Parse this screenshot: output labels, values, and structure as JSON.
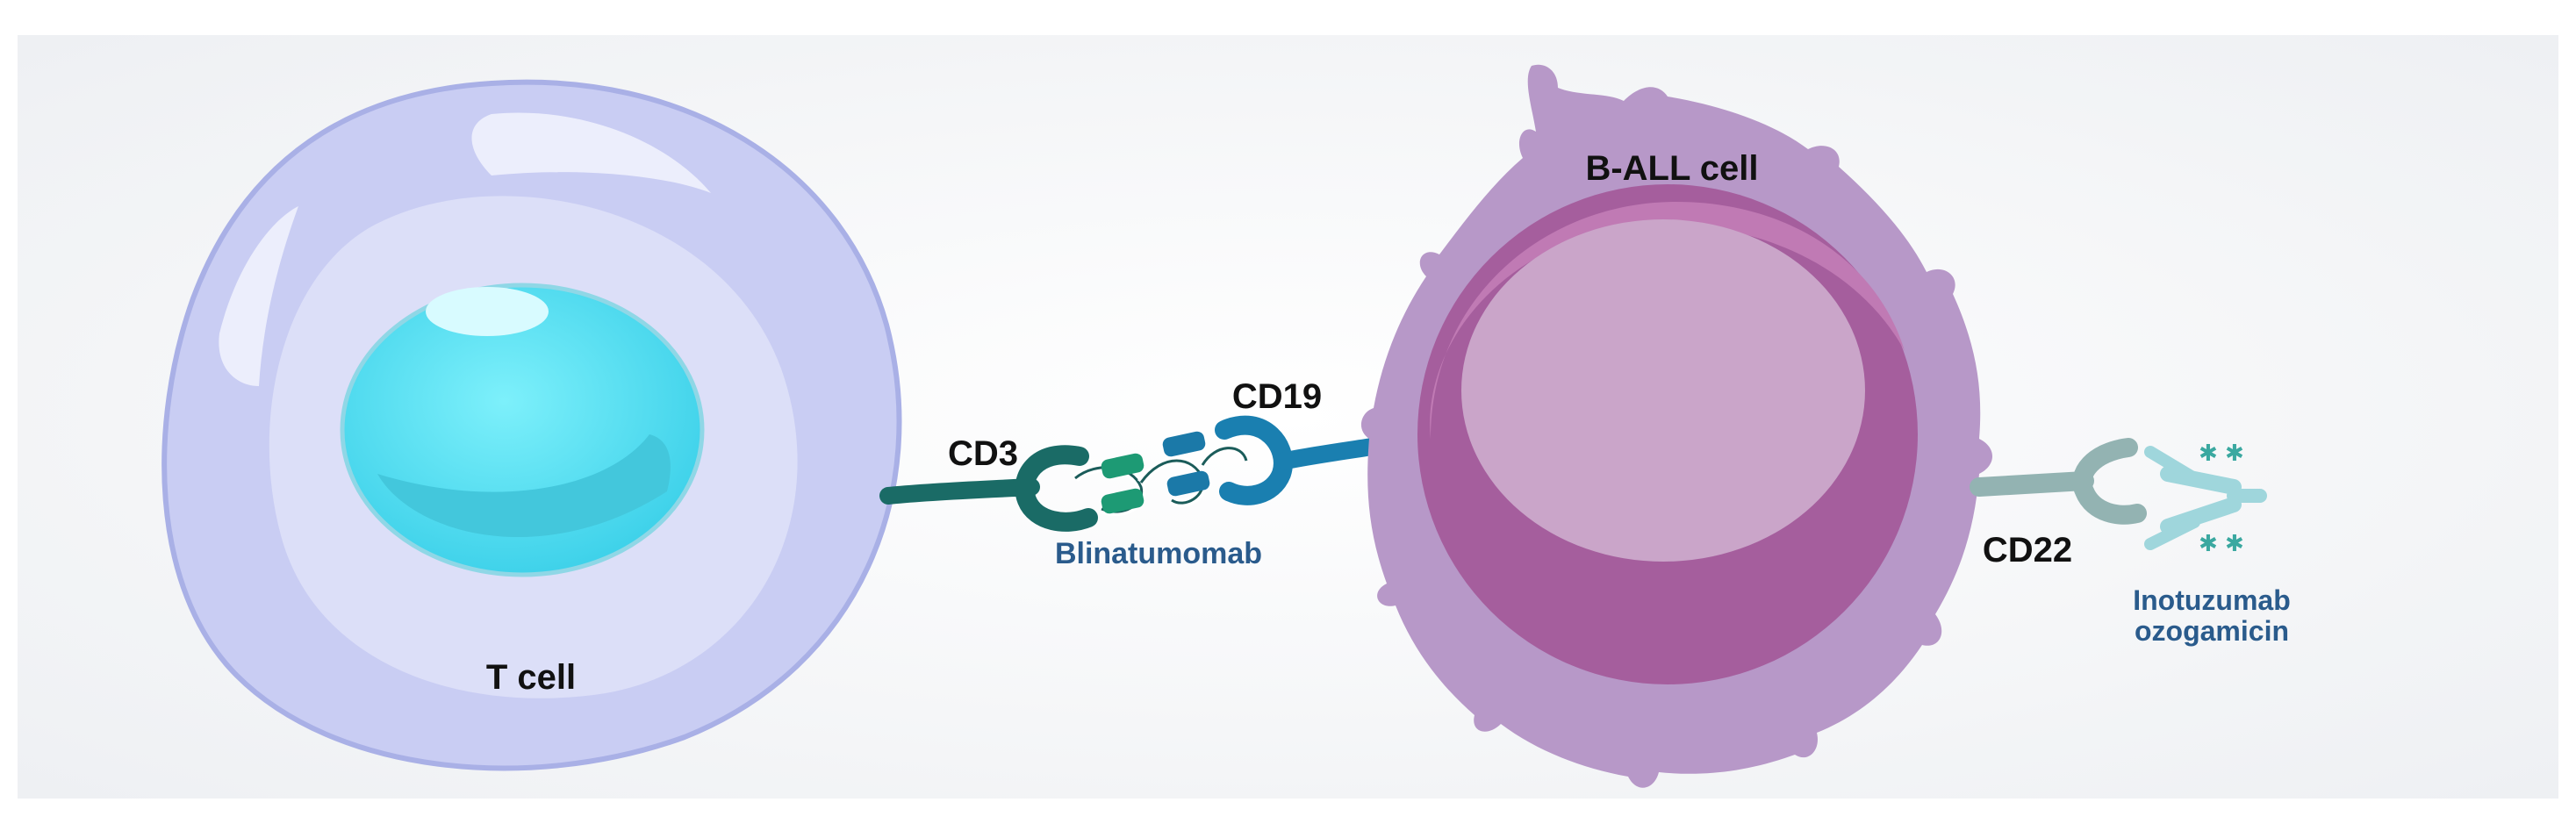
{
  "labels": {
    "t_cell": "T cell",
    "b_all_cell": "B-ALL cell",
    "cd3": "CD3",
    "cd19": "CD19",
    "cd22": "CD22",
    "blinatumomab": "Blinatumomab",
    "inotuzumab_line1": "Inotuzumab",
    "inotuzumab_line2": "ozogamicin"
  },
  "colors": {
    "background": "#f6f7f9",
    "t_cell_membrane": "#c9cdf3",
    "t_cell_outline": "#a9b0e6",
    "t_cell_nucleus": "#5ce6f7",
    "b_cell_membrane": "#b798c8",
    "b_cell_nucleus": "#a55e9d",
    "b_cell_nucleolus": "#caa5c9",
    "cd3_receptor": "#1a6b66",
    "cd19_receptor": "#1a7fb0",
    "cd22_receptor": "#93b3b2",
    "blinatumomab_green": "#1d9a74",
    "blinatumomab_blue": "#1b79a8",
    "antibody_color": "#9fd6dc",
    "payload_color": "#3aa8a0",
    "drug_label_color": "#2a5b8c"
  }
}
